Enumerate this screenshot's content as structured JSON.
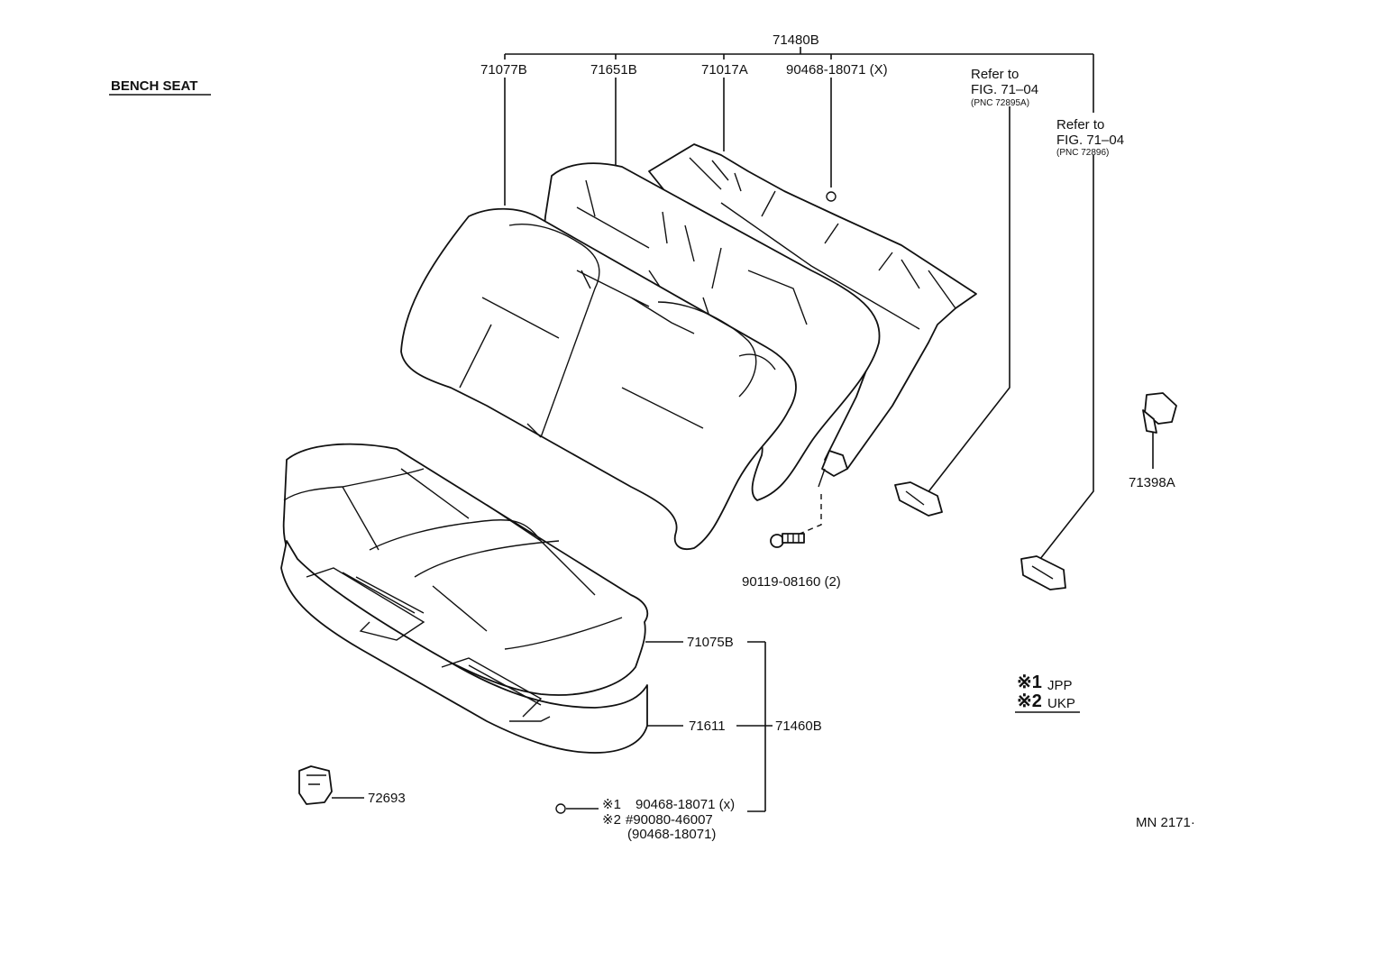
{
  "title": "BENCH SEAT",
  "labels": {
    "assy_back": "71480B",
    "cover_back": "71077B",
    "pad_back": "71651B",
    "frame_back": "71017A",
    "hog_ring_back": "90468-18071 (X)",
    "refer_1_a": "Refer to",
    "refer_1_b": "FIG. 71–04",
    "refer_1_c": "(PNC 72895A)",
    "refer_2_a": "Refer to",
    "refer_2_b": "FIG. 71–04",
    "refer_2_c": "(PNC 72896)",
    "hinge": "71398A",
    "bolt": "90119-08160 (2)",
    "cover_cushion": "71075B",
    "pad_cushion": "71611",
    "assy_cushion": "71460B",
    "clip": "72693",
    "hog_ring_1_mark": "※1",
    "hog_ring_1": "90468-18071 (x)",
    "hog_ring_2_mark": "※2",
    "hog_ring_2": "#90080-46007",
    "hog_ring_2_alt": "(90468-18071)",
    "legend_1_mark": "※1",
    "legend_1": "JPP",
    "legend_2_mark": "※2",
    "legend_2": "UKP",
    "code": "MN 2171·"
  }
}
